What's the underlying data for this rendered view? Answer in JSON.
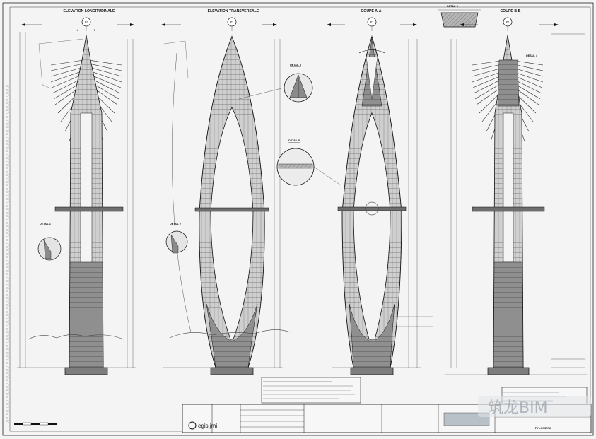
{
  "drawing": {
    "views": [
      {
        "id": "v1",
        "title": "ELEVATION LONGITUDINALE",
        "pylon_tag": "P2",
        "detail_label": "DETAIL 1"
      },
      {
        "id": "v2",
        "title": "ELEVATION TRANSVERSALE",
        "pylon_tag": "P2",
        "detail_label": "DETAIL 2"
      },
      {
        "id": "v3",
        "title": "COUPE A-A",
        "pylon_tag": "P2"
      },
      {
        "id": "v4",
        "title": "COUPE B-B",
        "pylon_tag": "P2",
        "detail_label": "DETAIL 4"
      }
    ],
    "callouts": {
      "detail_3": "DETAIL 3",
      "detail_5": "DETAIL 5",
      "detail_6": "DETAIL 6",
      "section_a": "A",
      "section_b": "B"
    },
    "title_block": {
      "logo": "egis jmi",
      "drawing_subject": "PYLONE P2"
    },
    "watermark": "筑龙BIM",
    "colors": {
      "paper": "#f4f4f4",
      "line": "#1a1a1a",
      "fill_light": "#c8c8c8",
      "fill_dark": "#8a8a8a",
      "guide": "#666666",
      "ground": "#444444",
      "watermark": "#9aa3ad",
      "watermark_bg": "#e2e6ea"
    }
  }
}
